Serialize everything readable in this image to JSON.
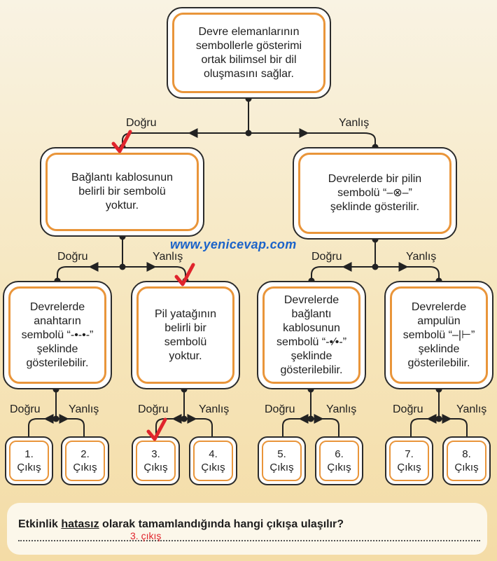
{
  "root": {
    "text": "Devre elemanlarının\nsembollerle gösterimi\nortak bilimsel bir dil\noluşmasını sağlar."
  },
  "left": {
    "text": "Bağlantı kablosunun\nbelirli bir sembolü\nyoktur."
  },
  "right": {
    "text": "Devrelerde bir pilin\nsembolü “–⊗–”\nşeklinde gösterilir."
  },
  "n1": {
    "text": "Devrelerde\nanahtarın\nsembolü “-•-•-”\nşeklinde\ngösterilebilir."
  },
  "n2": {
    "text": "Pil yatağının\nbelirli bir\nsembolü\nyoktur."
  },
  "n3": {
    "text": "Devrelerde\nbağlantı\nkablosunun\nsembolü “-•⁄•-”\nşeklinde\ngösterilebilir."
  },
  "n4": {
    "text": "Devrelerde\nampulün\nsembolü “–|⊢”\nşeklinde\ngösterilebilir."
  },
  "labels": {
    "true": "Doğru",
    "false": "Yanlış"
  },
  "outputs": [
    "1.\nÇıkış",
    "2.\nÇıkış",
    "3.\nÇıkış",
    "4.\nÇıkış",
    "5.\nÇıkış",
    "6.\nÇıkış",
    "7.\nÇıkış",
    "8.\nÇıkış"
  ],
  "watermark": "www.yenicevap.com",
  "question": {
    "before": "Etkinlik ",
    "underlined": "hatasız",
    "after": " olarak tamamlandığında hangi çıkışa ulaşılır?"
  },
  "answer": "3. çıkış",
  "colors": {
    "accent_border": "#e9953a",
    "check": "#e0242c",
    "watermark": "#1b63c9"
  }
}
